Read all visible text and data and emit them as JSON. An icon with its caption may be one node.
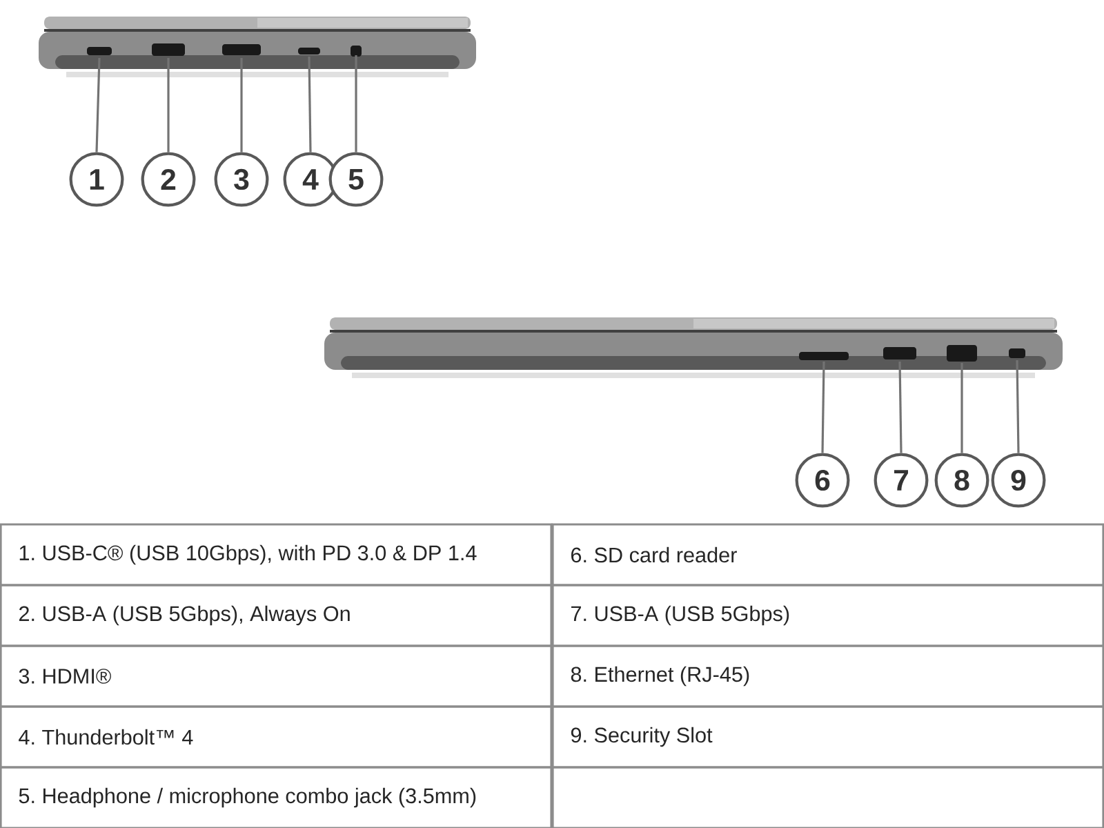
{
  "diagram": {
    "nodes": [
      {
        "text": [
          "1"
        ]
      },
      {
        "text": [
          "2"
        ]
      },
      {
        "text": [
          "3"
        ]
      },
      {
        "text": [
          "4"
        ]
      },
      {
        "text": [
          "5"
        ]
      },
      {
        "text": [
          "6"
        ]
      },
      {
        "text": [
          "7"
        ]
      },
      {
        "text": [
          "8"
        ]
      },
      {
        "text": [
          "9"
        ]
      }
    ],
    "edges": [
      {
        "from": 0,
        "to": null,
        "arrow": "none"
      },
      {
        "from": 1,
        "to": null,
        "arrow": "none"
      },
      {
        "from": 2,
        "to": null,
        "arrow": "none"
      },
      {
        "from": 3,
        "to": null,
        "arrow": "none"
      },
      {
        "from": 4,
        "to": null,
        "arrow": "none"
      },
      {
        "from": 5,
        "to": null,
        "arrow": "none"
      },
      {
        "from": 6,
        "to": null,
        "arrow": "none"
      },
      {
        "from": 7,
        "to": null,
        "arrow": "none"
      },
      {
        "from": 8,
        "to": null,
        "arrow": "none"
      }
    ],
    "labels": [
      "1. USB-C® (USB 10Gbps), with PD 3.0 & DP 1.4",
      "6. SD card reader",
      "2. USB-A (USB 5Gbps), Always On",
      "7. USB-A (USB 5Gbps)",
      "3. HDMI®",
      "8. Ethernet (RJ-45)",
      "4. Thunderbolt™ 4",
      "9. Security Slot",
      "5. Headphone / microphone combo jack (3.5mm)"
    ]
  }
}
